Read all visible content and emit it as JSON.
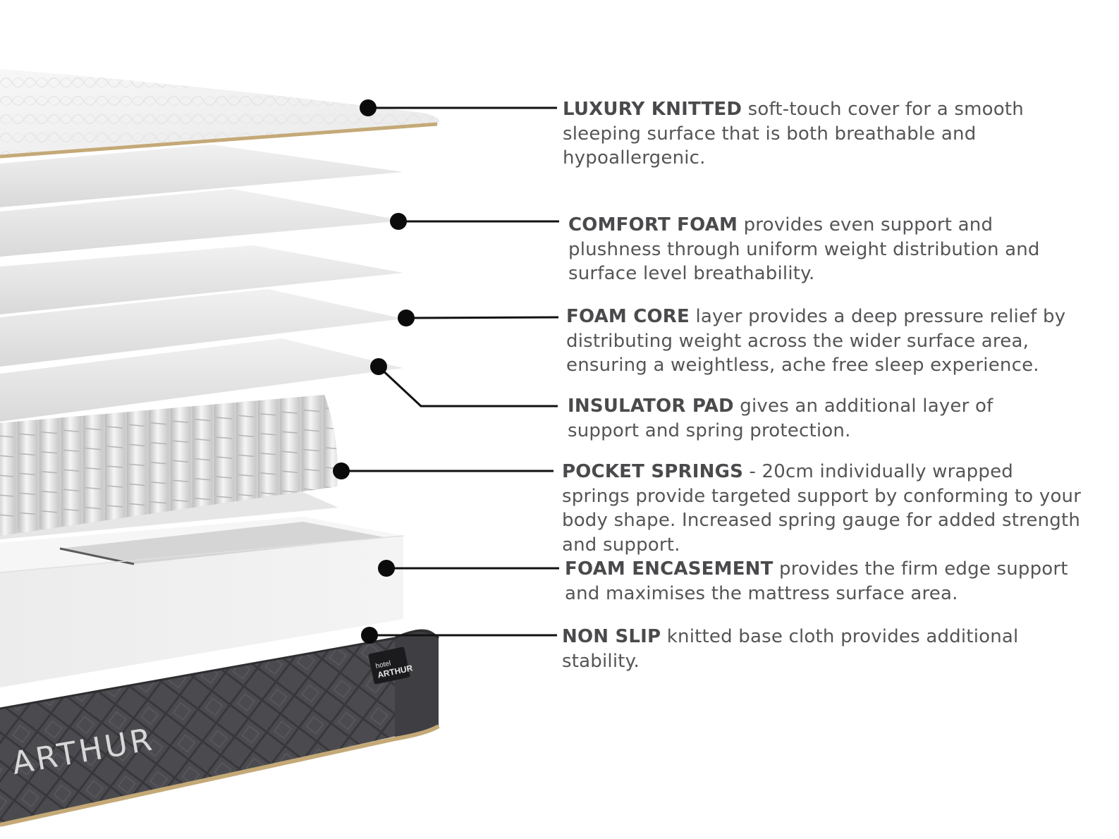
{
  "brand": {
    "side_logo": "ARTHUR",
    "tag_top": "hotel",
    "tag_bottom": "ARTHUR"
  },
  "colors": {
    "background": "#ffffff",
    "text": "#555558",
    "leader": "#111111",
    "piping": "#c4a977",
    "base": "#4a4a4e",
    "foam": "#e4e4e4"
  },
  "layers": [
    {
      "title": "LUXURY KNITTED",
      "text": " soft-touch cover for a smooth sleeping surface that is both breathable and hypoallergenic."
    },
    {
      "title": "COMFORT FOAM",
      "text": " provides even support and plushness through uniform weight distribution and surface level breathability."
    },
    {
      "title": "FOAM CORE",
      "text": " layer provides a deep pressure relief by distributing weight across the wider surface area, ensuring a weightless, ache free sleep experience."
    },
    {
      "title": "INSULATOR PAD",
      "text": " gives an additional layer of support and spring protection."
    },
    {
      "title": "POCKET SPRINGS",
      "text": " - 20cm individually wrapped springs provide targeted support by conforming to your body shape. Increased spring gauge for added strength and support."
    },
    {
      "title": "FOAM ENCASEMENT",
      "text": " provides the firm edge support and maximises the mattress surface area."
    },
    {
      "title": "NON SLIP",
      "text": " knitted base cloth provides additional stability."
    }
  ]
}
